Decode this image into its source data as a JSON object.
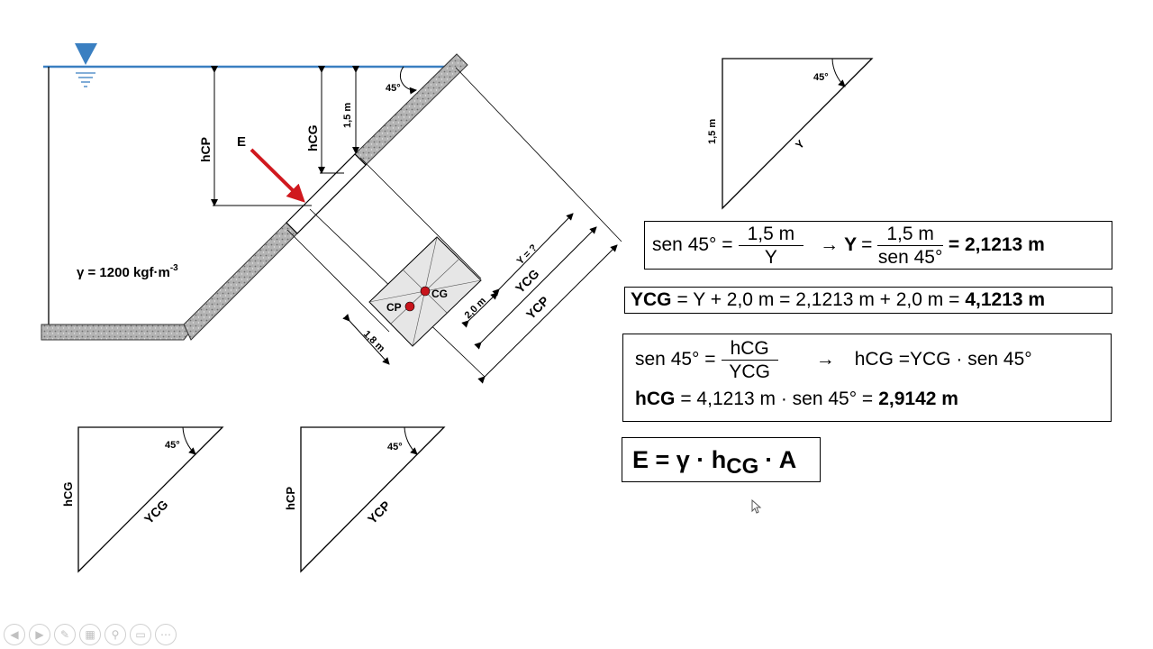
{
  "labels": {
    "h_cp": "hCP",
    "h_cg": "hCG",
    "depth_1_5": "1,5 m",
    "angle": "45°",
    "force": "E",
    "gamma": "γ = 1200 kgf·m",
    "gamma_exp": "-3",
    "cg": "CG",
    "cp": "CP",
    "y_unknown": "Y = ?",
    "dist_2_0": "2,0 m",
    "y_cg": "YCG",
    "y_cp": "YCP",
    "width_1_8": "1,8 m",
    "tri_y": "Y"
  },
  "equations": {
    "eq1": {
      "lhs": "sen 45° =",
      "frac1_num": "1,5 m",
      "frac1_den": "Y",
      "arrow": "→",
      "y": "Y",
      "eq": "=",
      "frac2_num": "1,5 m",
      "frac2_den": "sen 45°",
      "result": "= 2,1213 m"
    },
    "eq2": {
      "ycg": "YCG",
      "expr": "= Y + 2,0 m = 2,1213 m + 2,0 m =",
      "result": "4,1213 m"
    },
    "eq3": {
      "lhs": "sen 45° =",
      "frac_num": "hCG",
      "frac_den": "YCG",
      "arrow": "→",
      "rhs": "hCG =YCG · sen 45°",
      "line2_label": "hCG",
      "line2_expr": "= 4,1213 m · sen 45° =",
      "line2_result": "2,9142 m"
    },
    "eq4": {
      "lhs": "E = γ · h",
      "sub": "CG",
      "rhs": "· A"
    }
  },
  "colors": {
    "water": "#3a7fc1",
    "force_arrow": "#d0181e",
    "point": "#c8141c",
    "gate_fill": "#e6e6e6",
    "concrete": "#a8a8a8"
  },
  "toolbar_icons": [
    "prev-icon",
    "next-icon",
    "pen-icon",
    "slides-icon",
    "zoom-icon",
    "screen-icon",
    "more-icon"
  ]
}
